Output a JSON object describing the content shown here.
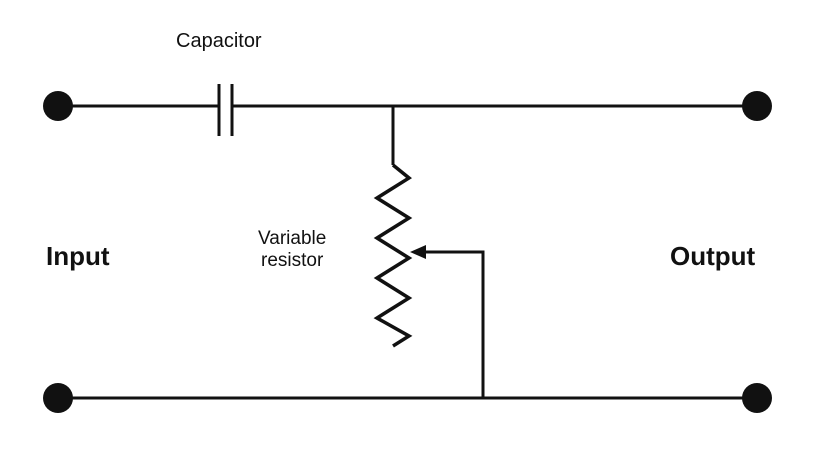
{
  "labels": {
    "capacitor": "Capacitor",
    "input": "Input",
    "output": "Output",
    "variable_resistor_line1": "Variable",
    "variable_resistor_line2": "resistor"
  },
  "colors": {
    "wire": "#111111",
    "background": "#ffffff"
  }
}
